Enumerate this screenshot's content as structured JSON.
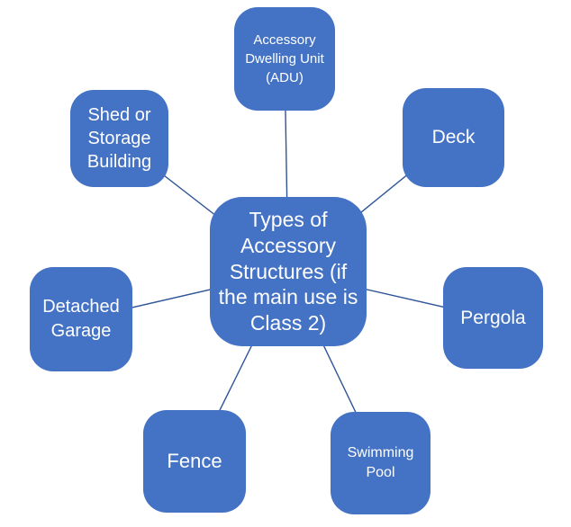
{
  "diagram": {
    "type": "radial",
    "center": {
      "label": "Types of Accessory Structures (if the main use is Class 2)"
    },
    "satellites": [
      {
        "id": "adu",
        "label": "Accessory Dwelling Unit (ADU)",
        "position": "top"
      },
      {
        "id": "deck",
        "label": "Deck",
        "position": "top-right"
      },
      {
        "id": "pergola",
        "label": "Pergola",
        "position": "right"
      },
      {
        "id": "swimming-pool",
        "label": "Swimming Pool",
        "position": "bottom-right"
      },
      {
        "id": "fence",
        "label": "Fence",
        "position": "bottom-left"
      },
      {
        "id": "detached-garage",
        "label": "Detached Garage",
        "position": "left"
      },
      {
        "id": "shed-or-storage-building",
        "label": "Shed or Storage Building",
        "position": "top-left"
      }
    ],
    "colors": {
      "node_fill": "#4472C4",
      "node_text": "#FFFFFF",
      "connector": "#2F5597",
      "background": "#FFFFFF"
    }
  }
}
